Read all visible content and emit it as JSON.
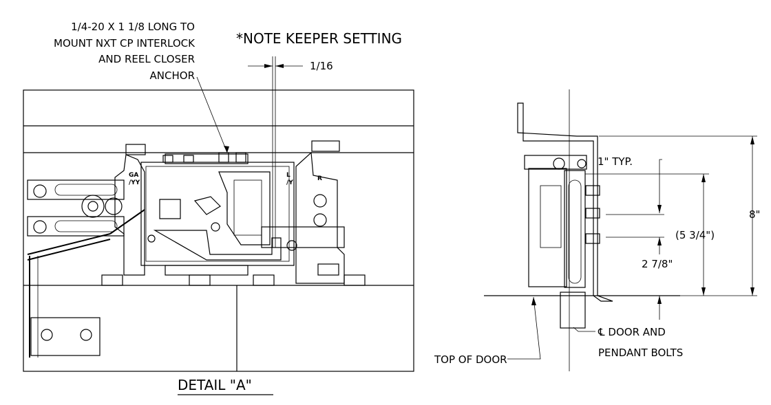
{
  "labels": {
    "bolt_note_1": "1/4-20 X 1 1/8 LONG TO",
    "bolt_note_2": "MOUNT NXT CP INTERLOCK",
    "bolt_note_3": "AND REEL CLOSER",
    "bolt_note_4": "ANCHOR",
    "keeper_note": "*NOTE KEEPER SETTING",
    "keeper_dim": "1/16",
    "detail_title": "DETAIL \"A\"",
    "typ_dim": "1\" TYP.",
    "overall_dim": "8\"",
    "pendant_dim": "(5 3/4\")",
    "offset_dim": "2 7/8\"",
    "top_of_door": "TOP OF DOOR",
    "cl_door_1": "℄ DOOR AND",
    "cl_door_2": "PENDANT BOLTS",
    "gate_label_left_1": "GA",
    "gate_label_left_2": "/YY",
    "gate_label_right_1": "L",
    "gate_label_right_2": "/Y",
    "gate_label_r": "R"
  }
}
